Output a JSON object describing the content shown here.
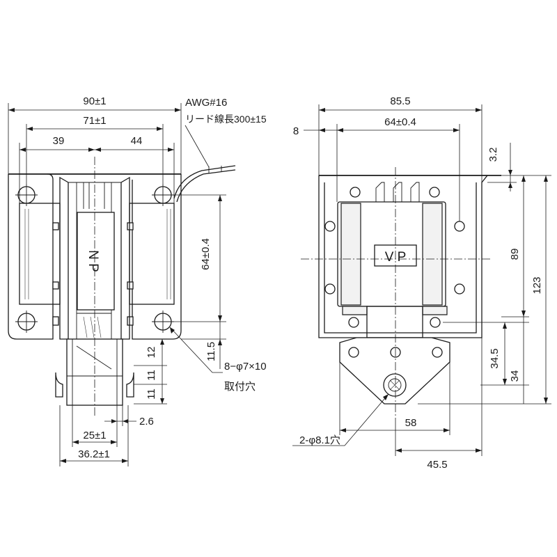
{
  "front_view": {
    "dims": {
      "overall_width": "90±1",
      "inner_width": "71±1",
      "left_offset": "39",
      "right_offset": "44",
      "hole_pitch": "64±0.4",
      "hole_to_bottom": "11.5",
      "step_12": "12",
      "step_11a": "11",
      "step_11b": "11",
      "plunger_width": "25±1",
      "plate_thickness": "2.6",
      "base_width": "36.2±1"
    },
    "wire_note": {
      "gauge": "AWG#16",
      "length": "リード線長300±15"
    },
    "mounting_note": {
      "holes": "8−φ7×10",
      "caption": "取付穴"
    },
    "body_label": "N P"
  },
  "side_view": {
    "dims": {
      "overall_width": "85.5",
      "inner_width": "64±0.4",
      "left_margin": "8",
      "top_plate": "3.2",
      "height_89": "89",
      "height_123": "123",
      "stroke_34_5": "34.5",
      "stroke_34": "34",
      "width_58": "58",
      "width_45_5": "45.5"
    },
    "hole_note": "2-φ8.1穴",
    "body_label": "V P"
  }
}
